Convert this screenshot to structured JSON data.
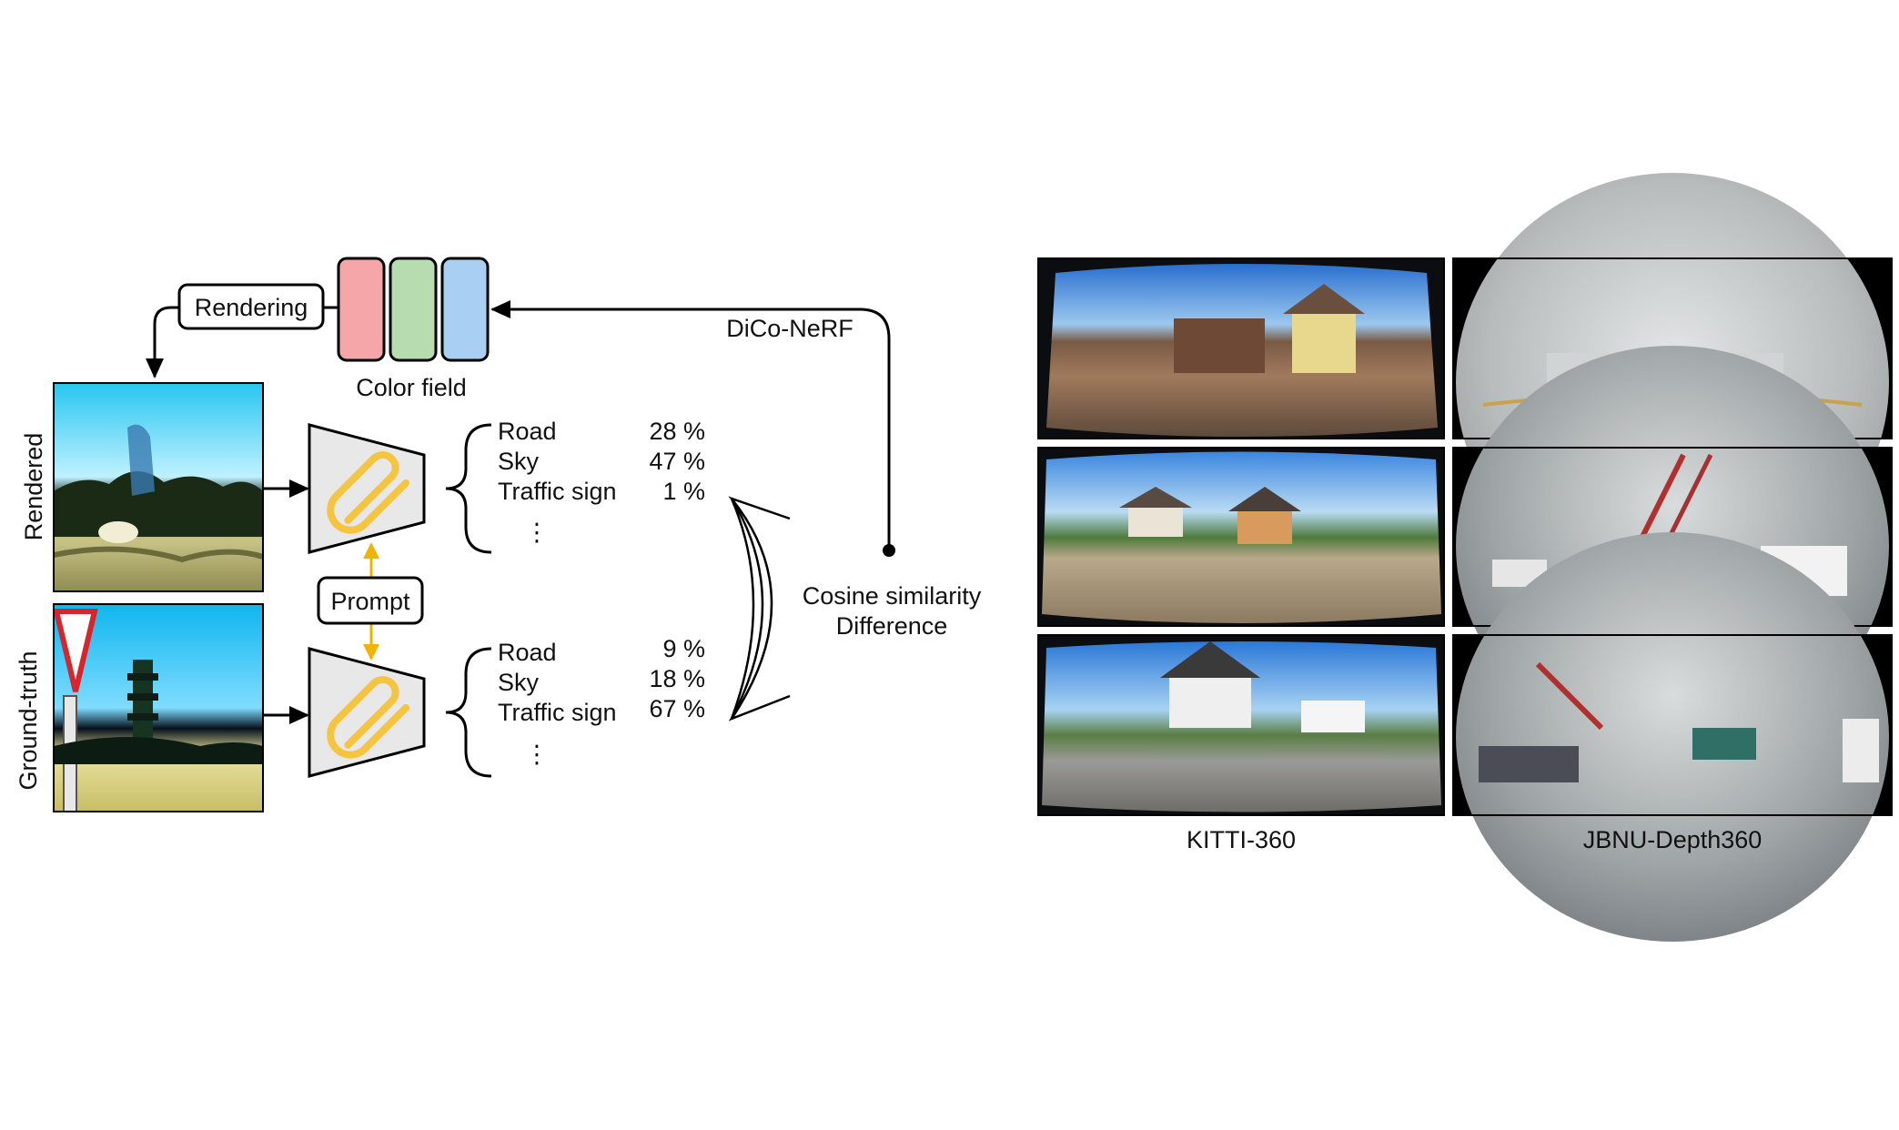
{
  "diagram": {
    "color_field_label": "Color field",
    "rendering_label": "Rendering",
    "prompt_label": "Prompt",
    "dico_label": "DiCo-NeRF",
    "cosine_line1": "Cosine similarity",
    "cosine_line2": "Difference",
    "rendered_label": "Rendered",
    "ground_truth_label": "Ground-truth",
    "rendered_classes": [
      {
        "label": "Road",
        "percent": "28 %"
      },
      {
        "label": "Sky",
        "percent": "47 %"
      },
      {
        "label": "Traffic sign",
        "percent": "1 %"
      }
    ],
    "ground_truth_classes": [
      {
        "label": "Road",
        "percent": "9 %"
      },
      {
        "label": "Sky",
        "percent": "18 %"
      },
      {
        "label": "Traffic sign",
        "percent": "67 %"
      }
    ],
    "ellipsis": "⋮",
    "colors": {
      "red_channel": "#f4a6a9",
      "green_channel": "#b6dcb0",
      "blue_channel": "#a9cff2",
      "prompt_arrow": "#f0b400",
      "paperclip": "#f5c542",
      "encoder_fill": "#e8e8e8"
    },
    "icons": [
      "paperclip-icon"
    ]
  },
  "datasets": {
    "kitti_label": "KITTI-360",
    "jbnu_label": "JBNU-Depth360"
  }
}
